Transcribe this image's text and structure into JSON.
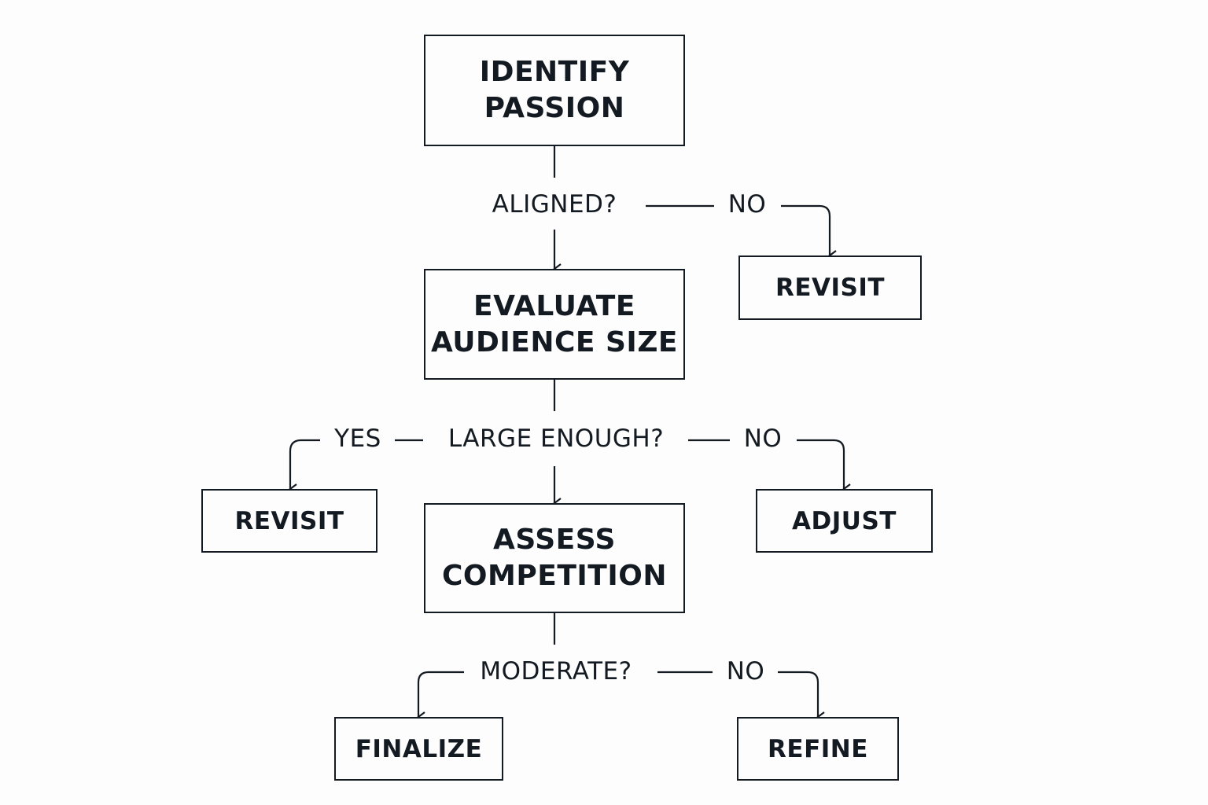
{
  "diagram": {
    "nodes": {
      "identify_passion": {
        "lines": [
          "IDENTIFY",
          "PASSION"
        ]
      },
      "evaluate_audience": {
        "lines": [
          "EVALUATE",
          "AUDIENCE SIZE"
        ]
      },
      "assess_competition": {
        "lines": [
          "ASSESS",
          "COMPETITION"
        ]
      },
      "revisit_top": {
        "label": "REVISIT"
      },
      "revisit_left": {
        "label": "REVISIT"
      },
      "adjust": {
        "label": "ADJUST"
      },
      "finalize": {
        "label": "FINALIZE"
      },
      "refine": {
        "label": "REFINE"
      }
    },
    "decisions": {
      "aligned": "ALIGNED?",
      "large_enough": "LARGE ENOUGH?",
      "moderate": "MODERATE?"
    },
    "edge_labels": {
      "aligned_no": "NO",
      "large_yes": "YES",
      "large_no": "NO",
      "moderate_no": "NO"
    },
    "colors": {
      "stroke": "#141a22",
      "background": "#fdfdfd"
    }
  }
}
